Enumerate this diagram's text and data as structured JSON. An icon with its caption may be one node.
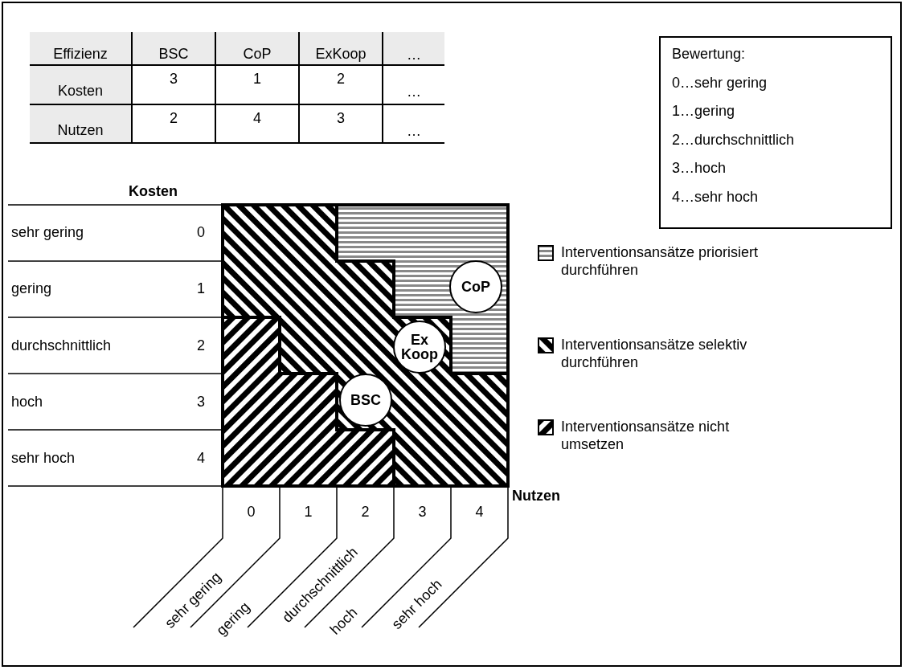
{
  "diagram": {
    "nodes": [
      {
        "text": [
          "Bewertung:",
          "0…sehr gering",
          "1…gering",
          "2…durchschnittlich",
          "3…hoch",
          "4…sehr hoch"
        ]
      },
      {
        "text": [
          "CoP"
        ]
      },
      {
        "text": [
          "Ex Koop"
        ]
      },
      {
        "text": [
          "BSC"
        ]
      }
    ],
    "edges": [],
    "labels": [
      "Effizienz",
      "BSC",
      "CoP",
      "ExKoop",
      "…",
      "Kosten",
      "3",
      "1",
      "2",
      "…",
      "Nutzen",
      "2",
      "4",
      "3",
      "…",
      "Kosten",
      "sehr gering",
      "0",
      "gering",
      "1",
      "durchschnittlich",
      "2",
      "hoch",
      "3",
      "sehr hoch",
      "4",
      "Nutzen",
      "0",
      "1",
      "2",
      "3",
      "4",
      "sehr gering",
      "gering",
      "durchschnittlich",
      "hoch",
      "sehr hoch"
    ],
    "legend": [
      {
        "text": "Interventionsansätze priorisiert durchführen"
      },
      {
        "text": "Interventionsansätze selektiv durchführen"
      },
      {
        "text": "Interventionsansätze nicht umsetzen"
      }
    ]
  }
}
